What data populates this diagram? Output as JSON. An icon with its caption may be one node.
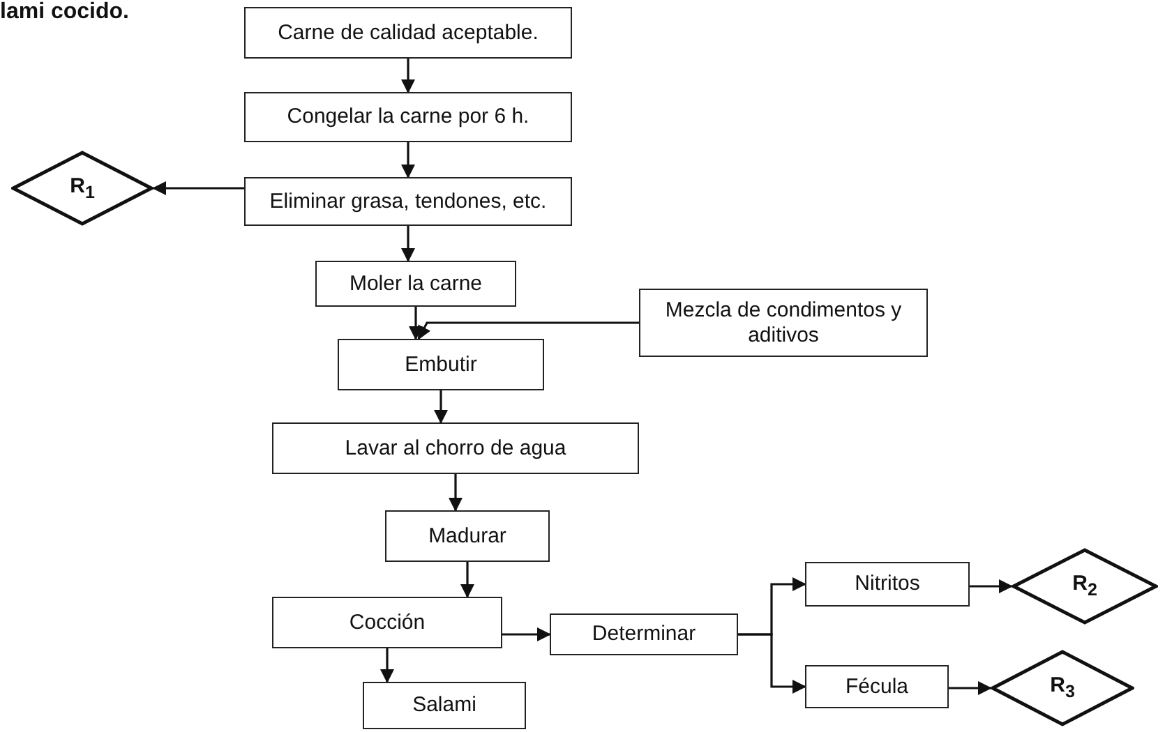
{
  "diagram": {
    "title": "lami cocido.",
    "nodes": [
      {
        "text": [
          "Carne de calidad aceptable."
        ]
      },
      {
        "text": [
          "Congelar la carne por 6 h."
        ]
      },
      {
        "text": [
          "Eliminar grasa, tendones, etc."
        ]
      },
      {
        "text": [
          "R$_{1}$"
        ]
      },
      {
        "text": [
          "Moler la carne"
        ]
      },
      {
        "text": [
          "Mezcla de condimentos y aditivos"
        ]
      },
      {
        "text": [
          "Embutir"
        ]
      },
      {
        "text": [
          "Lavar al chorro de agua"
        ]
      },
      {
        "text": [
          "Madurar"
        ]
      },
      {
        "text": [
          "Cocción"
        ]
      },
      {
        "text": [
          "Determinar"
        ]
      },
      {
        "text": [
          "Nitritos"
        ]
      },
      {
        "text": [
          "R$_{2}$"
        ]
      },
      {
        "text": [
          "Fécula"
        ]
      },
      {
        "text": [
          "R$_{3}$"
        ]
      },
      {
        "text": [
          "Salami"
        ]
      }
    ],
    "edges": [
      {
        "from": 0,
        "to": 1,
        "arrow": "to"
      },
      {
        "from": 1,
        "to": 2,
        "arrow": "to"
      },
      {
        "from": 2,
        "to": 3,
        "arrow": "to"
      },
      {
        "from": 2,
        "to": 4,
        "arrow": "to"
      },
      {
        "from": 4,
        "to": 6,
        "arrow": "to"
      },
      {
        "from": 5,
        "to": 6,
        "arrow": "to"
      },
      {
        "from": 6,
        "to": 7,
        "arrow": "to"
      },
      {
        "from": 7,
        "to": 8,
        "arrow": "to"
      },
      {
        "from": 8,
        "to": 9,
        "arrow": "to"
      },
      {
        "from": 9,
        "to": 15,
        "arrow": "to"
      },
      {
        "from": 9,
        "to": 10,
        "arrow": "to"
      },
      {
        "from": 10,
        "to": 11,
        "arrow": "to"
      },
      {
        "from": 10,
        "to": 13,
        "arrow": "to"
      },
      {
        "from": 11,
        "to": 12,
        "arrow": "to"
      },
      {
        "from": 13,
        "to": 14,
        "arrow": "to"
      }
    ]
  }
}
